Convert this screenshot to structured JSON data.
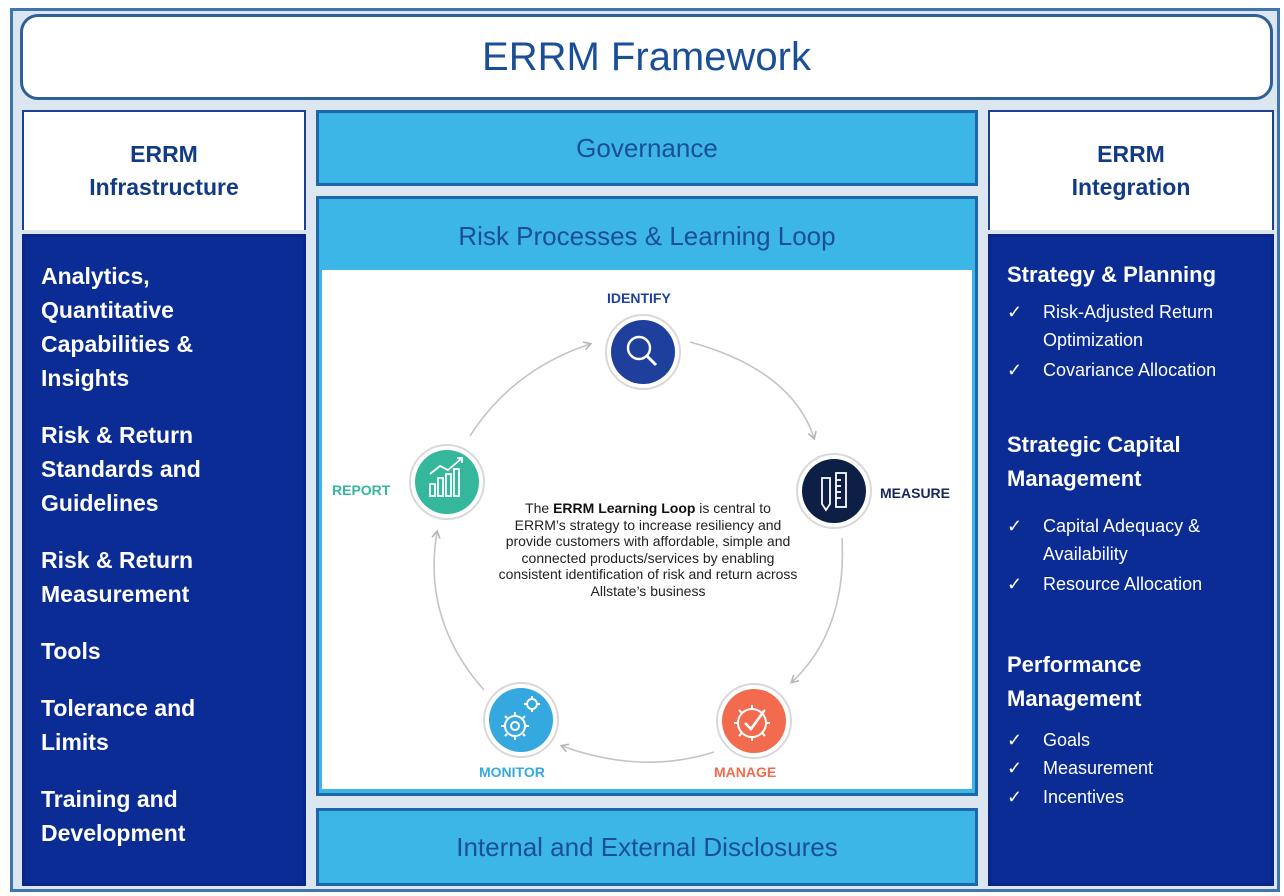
{
  "title": "ERRM Framework",
  "left": {
    "heading_line1": "ERRM",
    "heading_line2": "Infrastructure",
    "items": [
      "Analytics, Quantitative Capabilities & Insights",
      "Risk & Return Standards and Guidelines",
      "Risk & Return Measurement",
      "Tools",
      "Tolerance and Limits",
      "Training and Development"
    ]
  },
  "right": {
    "heading_line1": "ERRM",
    "heading_line2": "Integration",
    "check": "✓",
    "sections": [
      {
        "title": "Strategy & Planning",
        "items": [
          "Risk-Adjusted Return Optimization",
          "Covariance Allocation"
        ]
      },
      {
        "title": "Strategic Capital Management",
        "items": [
          "Capital Adequacy & Availability",
          "Resource Allocation"
        ]
      },
      {
        "title": "Performance Management",
        "items": [
          "Goals",
          "Measurement",
          "Incentives"
        ]
      }
    ]
  },
  "center": {
    "governance": "Governance",
    "risk_processes": "Risk Processes & Learning Loop",
    "disclosures": "Internal and External Disclosures",
    "loop_bold": "ERRM Learning Loop",
    "loop_prefix": "The ",
    "loop_suffix": " is central to ERRM’s strategy to increase resiliency and provide customers with affordable, simple and connected products/services by enabling consistent identification of risk and return across Allstate’s business",
    "nodes": {
      "identify": {
        "label": "IDENTIFY",
        "color": "#1f3f9c",
        "icon": "magnifier-icon"
      },
      "measure": {
        "label": "MEASURE",
        "color": "#0e1f45",
        "icon": "ruler-pencil-icon"
      },
      "manage": {
        "label": "MANAGE",
        "color": "#f26b4f",
        "icon": "gear-check-icon"
      },
      "monitor": {
        "label": "MONITOR",
        "color": "#35a8e0",
        "icon": "gears-icon"
      },
      "report": {
        "label": "REPORT",
        "color": "#34b79a",
        "icon": "bar-chart-icon"
      }
    }
  },
  "colors": {
    "dark_blue": "#0b2c95",
    "light_blue": "#3cb6e6",
    "title_blue": "#1a4f97"
  }
}
